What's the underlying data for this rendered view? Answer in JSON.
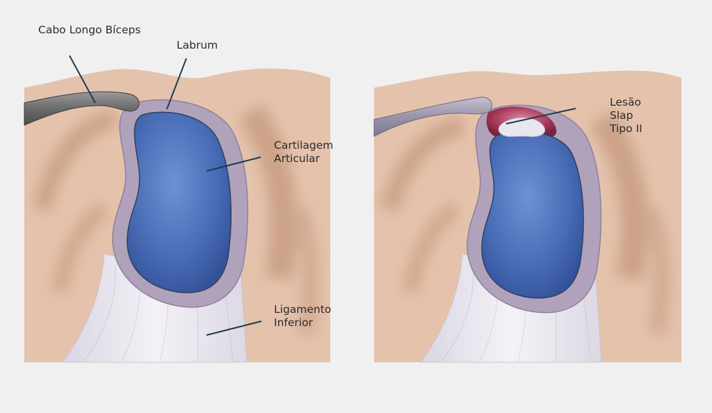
{
  "labels": {
    "biceps": "Cabo Longo Bíceps",
    "labrum": "Labrum",
    "cartilage_line1": "Cartilagem",
    "cartilage_line2": "Articular",
    "ligament_line1": "Ligamento",
    "ligament_line2": "Inferior",
    "lesion_line1": "Lesão",
    "lesion_line2": "Slap",
    "lesion_line3": "Tipo II"
  },
  "colors": {
    "background": "#f0f0f0",
    "tissue": "#e4c2ac",
    "tissue_shadow": "#c29276",
    "cartilage": "#4a6fb8",
    "labrum_ring": "#b0a2bb",
    "tendon": "#6c6c6c",
    "ligament": "#ebe8f0",
    "lesion": "#a33355",
    "leader_line": "#1e3a4a"
  }
}
